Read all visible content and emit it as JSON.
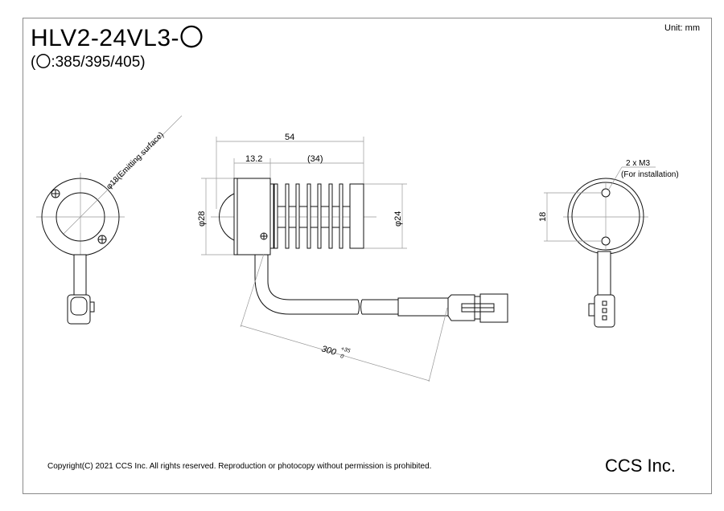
{
  "header": {
    "title": "HLV2-24VL3-〇",
    "subtitle": "(〇:385/395/405)",
    "unit": "Unit: mm"
  },
  "dimensions": {
    "overall_length": "54",
    "front_length": "13.2",
    "heatsink_length": "(34)",
    "front_diameter": "φ28",
    "rear_diameter": "φ24",
    "emitting_surface": "φ18(Emitting surface)",
    "hole_pitch": "18",
    "mount_holes": "2 x M3",
    "mount_holes_note": "(For installation)",
    "cable_length": "300",
    "cable_tol_plus": "+35",
    "cable_tol_minus": "0"
  },
  "footer": {
    "copyright": "Copyright(C) 2021 CCS Inc. All rights reserved. Reproduction or photocopy without permission is prohibited.",
    "company": "CCS Inc."
  }
}
